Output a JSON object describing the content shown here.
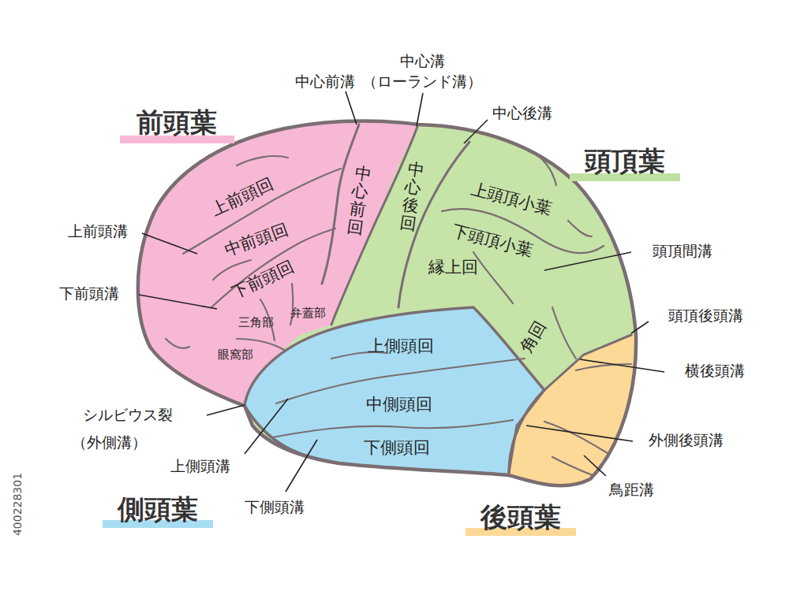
{
  "diagram": {
    "labels": [
      "前頭葉",
      "中心前溝",
      "中心溝",
      "（ローランド溝）",
      "中心後溝",
      "頭頂葉",
      "上前頭回",
      "中前頭回",
      "中心前回",
      "中心後回",
      "上頭頂小葉",
      "上前頭溝",
      "下頭頂小葉",
      "頭頂間溝",
      "下前頭回",
      "縁上回",
      "下前頭溝",
      "三角部",
      "弁蓋部",
      "眼窩部",
      "頭頂後頭溝",
      "上側頭回",
      "角回",
      "横後頭溝",
      "中側頭回",
      "シルビウス裂",
      "（外側溝）",
      "外側後頭溝",
      "上側頭溝",
      "下側頭回",
      "鳥距溝",
      "下側頭溝",
      "側頭葉",
      "後頭葉",
      "400228301"
    ]
  }
}
